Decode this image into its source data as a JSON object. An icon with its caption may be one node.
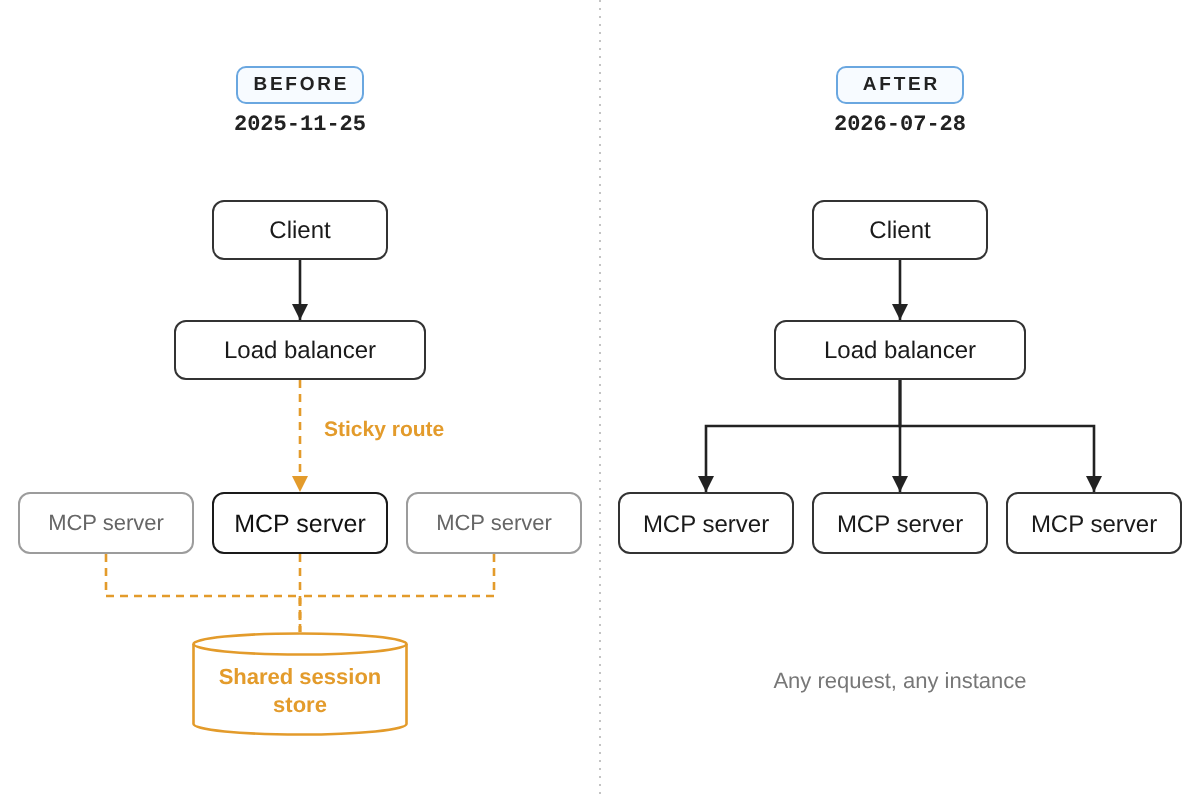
{
  "diagram": {
    "nodes": [
      {
        "text": [
          "BEFORE"
        ],
        "beside": [
          "2025-11-25"
        ]
      },
      {
        "text": [
          "Client"
        ]
      },
      {
        "text": [
          "Load balancer"
        ]
      },
      {
        "text": [
          "MCP server"
        ]
      },
      {
        "text": [
          "MCP server"
        ]
      },
      {
        "text": [
          "MCP server"
        ]
      },
      {
        "text": [
          "Shared session store"
        ]
      },
      {
        "text": [
          "AFTER"
        ],
        "beside": [
          "2026-07-28"
        ]
      },
      {
        "text": [
          "Client"
        ]
      },
      {
        "text": [
          "Load balancer"
        ]
      },
      {
        "text": [
          "MCP server"
        ]
      },
      {
        "text": [
          "MCP server"
        ]
      },
      {
        "text": [
          "MCP server"
        ]
      }
    ],
    "edges": [
      {
        "from": 1,
        "to": 2,
        "arrow": "to"
      },
      {
        "from": 2,
        "to": 4,
        "arrow": "to",
        "label": "Sticky route",
        "style": "dashed",
        "color": "#e39b2b"
      },
      {
        "from": 3,
        "to": 6,
        "arrow": "none",
        "style": "dashed",
        "color": "#e39b2b"
      },
      {
        "from": 4,
        "to": 6,
        "arrow": "none",
        "style": "dashed",
        "color": "#e39b2b"
      },
      {
        "from": 5,
        "to": 6,
        "arrow": "none",
        "style": "dashed",
        "color": "#e39b2b"
      },
      {
        "from": 8,
        "to": 9,
        "arrow": "to"
      },
      {
        "from": 9,
        "to": 10,
        "arrow": "to"
      },
      {
        "from": 9,
        "to": 11,
        "arrow": "to"
      },
      {
        "from": 9,
        "to": 12,
        "arrow": "to"
      }
    ],
    "labels": [
      "Any request, any instance"
    ]
  }
}
